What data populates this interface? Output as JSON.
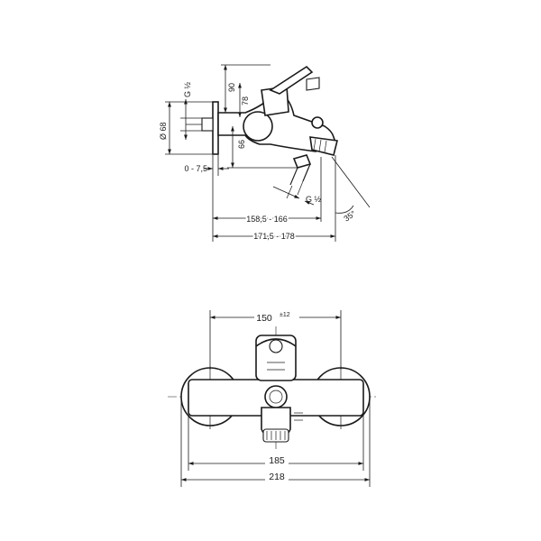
{
  "side_view": {
    "dims": {
      "thread_left": "G ½",
      "diameter": "Ø 68",
      "height_90": "90",
      "height_78": "78",
      "height_66": "66",
      "wall_offset": "0 - 7,5",
      "thread_spout": "G ½",
      "angle": "35°",
      "length_1": "158,5 - 166",
      "length_2": "171,5 - 178"
    }
  },
  "top_view": {
    "dims": {
      "spacing_value": "150",
      "spacing_tolerance": "±12",
      "width_185": "185",
      "width_218": "218"
    }
  }
}
